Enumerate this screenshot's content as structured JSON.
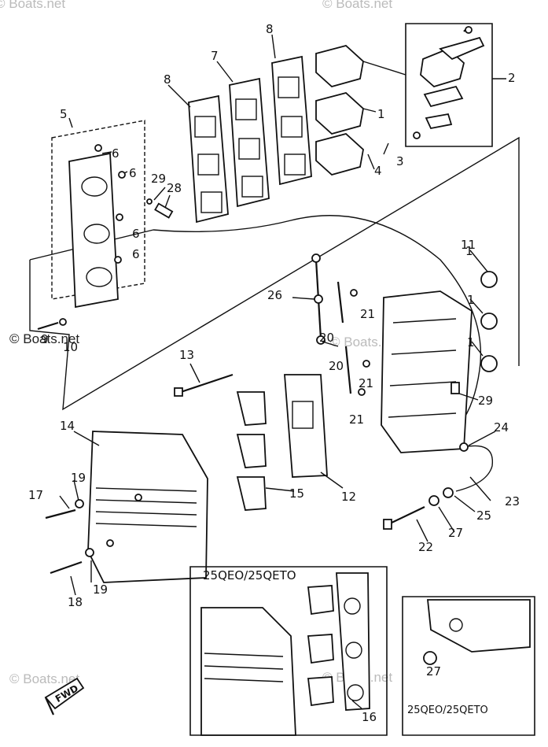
{
  "watermarks": {
    "top_left": "© Boats.net",
    "top_right": "© Boats.net",
    "mid_left": "© Boats.net",
    "mid_center": "© Boats.net",
    "bottom_left": "© Boats.net",
    "bottom_right": "© Boats.net"
  },
  "inset_labels": {
    "lower_left": "25QEO/25QETO",
    "lower_right": "25QEO/25QETO"
  },
  "fwd_label": "FWD",
  "callouts": [
    {
      "text": "1"
    },
    {
      "text": "1"
    },
    {
      "text": "1"
    },
    {
      "text": "1"
    },
    {
      "text": "2"
    },
    {
      "text": "3"
    },
    {
      "text": "4"
    },
    {
      "text": "5"
    },
    {
      "text": "6"
    },
    {
      "text": "6"
    },
    {
      "text": "6"
    },
    {
      "text": "6"
    },
    {
      "text": "7"
    },
    {
      "text": "8"
    },
    {
      "text": "8"
    },
    {
      "text": "9"
    },
    {
      "text": "10"
    },
    {
      "text": "11"
    },
    {
      "text": "12"
    },
    {
      "text": "13"
    },
    {
      "text": "14"
    },
    {
      "text": "15"
    },
    {
      "text": "16"
    },
    {
      "text": "17"
    },
    {
      "text": "18"
    },
    {
      "text": "19"
    },
    {
      "text": "19"
    },
    {
      "text": "20"
    },
    {
      "text": "20"
    },
    {
      "text": "21"
    },
    {
      "text": "21"
    },
    {
      "text": "21"
    },
    {
      "text": "22"
    },
    {
      "text": "23"
    },
    {
      "text": "24"
    },
    {
      "text": "25"
    },
    {
      "text": "26"
    },
    {
      "text": "27"
    },
    {
      "text": "27"
    },
    {
      "text": "28"
    },
    {
      "text": "29"
    },
    {
      "text": "29"
    }
  ]
}
